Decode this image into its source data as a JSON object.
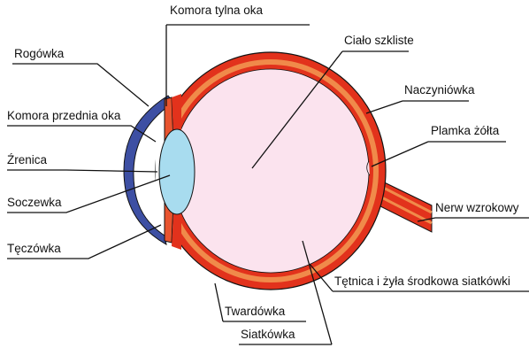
{
  "labels": {
    "komora_tylna": "Komora tylna oka",
    "cialo_szkliste": "Ciało szkliste",
    "rogowka": "Rogówka",
    "naczyniowka": "Naczyniówka",
    "komora_przednia": "Komora przednia oka",
    "plamka_zolta": "Plamka żółta",
    "zrenica": "Źrenica",
    "soczewka": "Soczewka",
    "nerw_wzrokowy": "Nerw wzrokowy",
    "teczowka": "Tęczówka",
    "tetnica": "Tętnica i żyła środkowa siatkówki",
    "twardowka": "Twardówka",
    "siatkowka": "Siatkówka"
  },
  "colors": {
    "sclera": "#e2321c",
    "choroid": "#f08a4a",
    "retina": "#e2321c",
    "vitreous": "#fbe3ee",
    "cornea": "#3d4fa3",
    "lens": "#a8dcef",
    "iris": "#e8542f",
    "optic_nerve": "#e2321c",
    "leader_line": "#111111"
  }
}
